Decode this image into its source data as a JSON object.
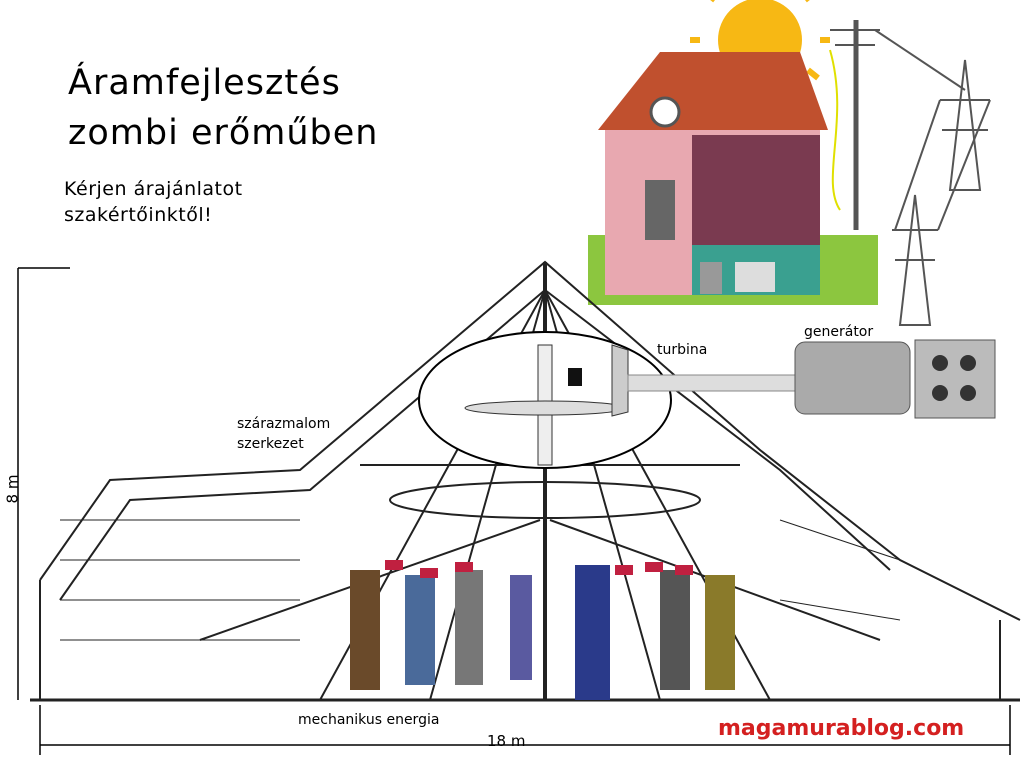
{
  "title": {
    "line1": "Áramfejlesztés",
    "line2": "zombi erőműben"
  },
  "subtitle": {
    "line1": "Kérjen árajánlatot",
    "line2": "szakértőinktől!"
  },
  "labels": {
    "turbine": "turbina",
    "generator": "generátor",
    "mill_line1": "szárazmalom",
    "mill_line2": "szerkezet",
    "mechanical": "mechanikus energia"
  },
  "dimensions": {
    "width": "18 m",
    "height": "8 m"
  },
  "brand": "magamurablog.com",
  "colors": {
    "brand": "#d42020",
    "sun": "#f7b814",
    "roof": "#c0502e",
    "house_wall": "#e8a8b0",
    "grass": "#8cc63f"
  }
}
